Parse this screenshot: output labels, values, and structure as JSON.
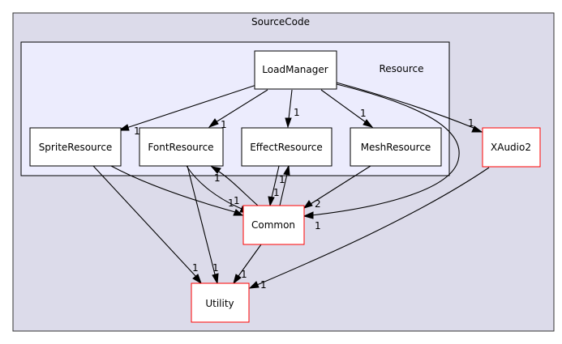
{
  "outer_cluster": {
    "label": "SourceCode",
    "fill": "#dcdbea",
    "stroke": "#333333"
  },
  "inner_cluster": {
    "label": "Resource",
    "fill": "#ececfd",
    "stroke": "#000000"
  },
  "nodes": {
    "load_manager": {
      "label": "LoadManager",
      "border": "#000000"
    },
    "sprite_resource": {
      "label": "SpriteResource",
      "border": "#000000"
    },
    "font_resource": {
      "label": "FontResource",
      "border": "#000000"
    },
    "effect_resource": {
      "label": "EffectResource",
      "border": "#000000"
    },
    "mesh_resource": {
      "label": "MeshResource",
      "border": "#000000"
    },
    "common": {
      "label": "Common",
      "border": "#ff0000"
    },
    "xaudio2": {
      "label": "XAudio2",
      "border": "#ff0000"
    },
    "utility": {
      "label": "Utility",
      "border": "#ff0000"
    }
  },
  "edges": {
    "load_to_sprite": {
      "from": "LoadManager",
      "to": "SpriteResource",
      "label": "1"
    },
    "load_to_font": {
      "from": "LoadManager",
      "to": "FontResource",
      "label": "1"
    },
    "load_to_effect": {
      "from": "LoadManager",
      "to": "EffectResource",
      "label": "1"
    },
    "load_to_mesh": {
      "from": "LoadManager",
      "to": "MeshResource",
      "label": "1"
    },
    "load_to_xaudio": {
      "from": "LoadManager",
      "to": "XAudio2",
      "label": "1"
    },
    "load_to_common": {
      "from": "LoadManager",
      "to": "Common",
      "label": "1"
    },
    "sprite_to_common": {
      "from": "SpriteResource",
      "to": "Common",
      "label": "1"
    },
    "sprite_to_utility": {
      "from": "SpriteResource",
      "to": "Utility",
      "label": "1"
    },
    "font_to_common": {
      "from": "FontResource",
      "to": "Common",
      "label": "1"
    },
    "common_to_font": {
      "from": "Common",
      "to": "FontResource",
      "label": "1"
    },
    "font_to_utility": {
      "from": "FontResource",
      "to": "Utility",
      "label": "1"
    },
    "effect_to_common": {
      "from": "EffectResource",
      "to": "Common",
      "label": "1"
    },
    "common_to_effect": {
      "from": "Common",
      "to": "EffectResource",
      "label": "1"
    },
    "mesh_to_common": {
      "from": "MeshResource",
      "to": "Common",
      "label": "2"
    },
    "common_to_utility": {
      "from": "Common",
      "to": "Utility",
      "label": "1"
    },
    "xaudio_to_utility": {
      "from": "XAudio2",
      "to": "Utility",
      "label": "1"
    }
  }
}
